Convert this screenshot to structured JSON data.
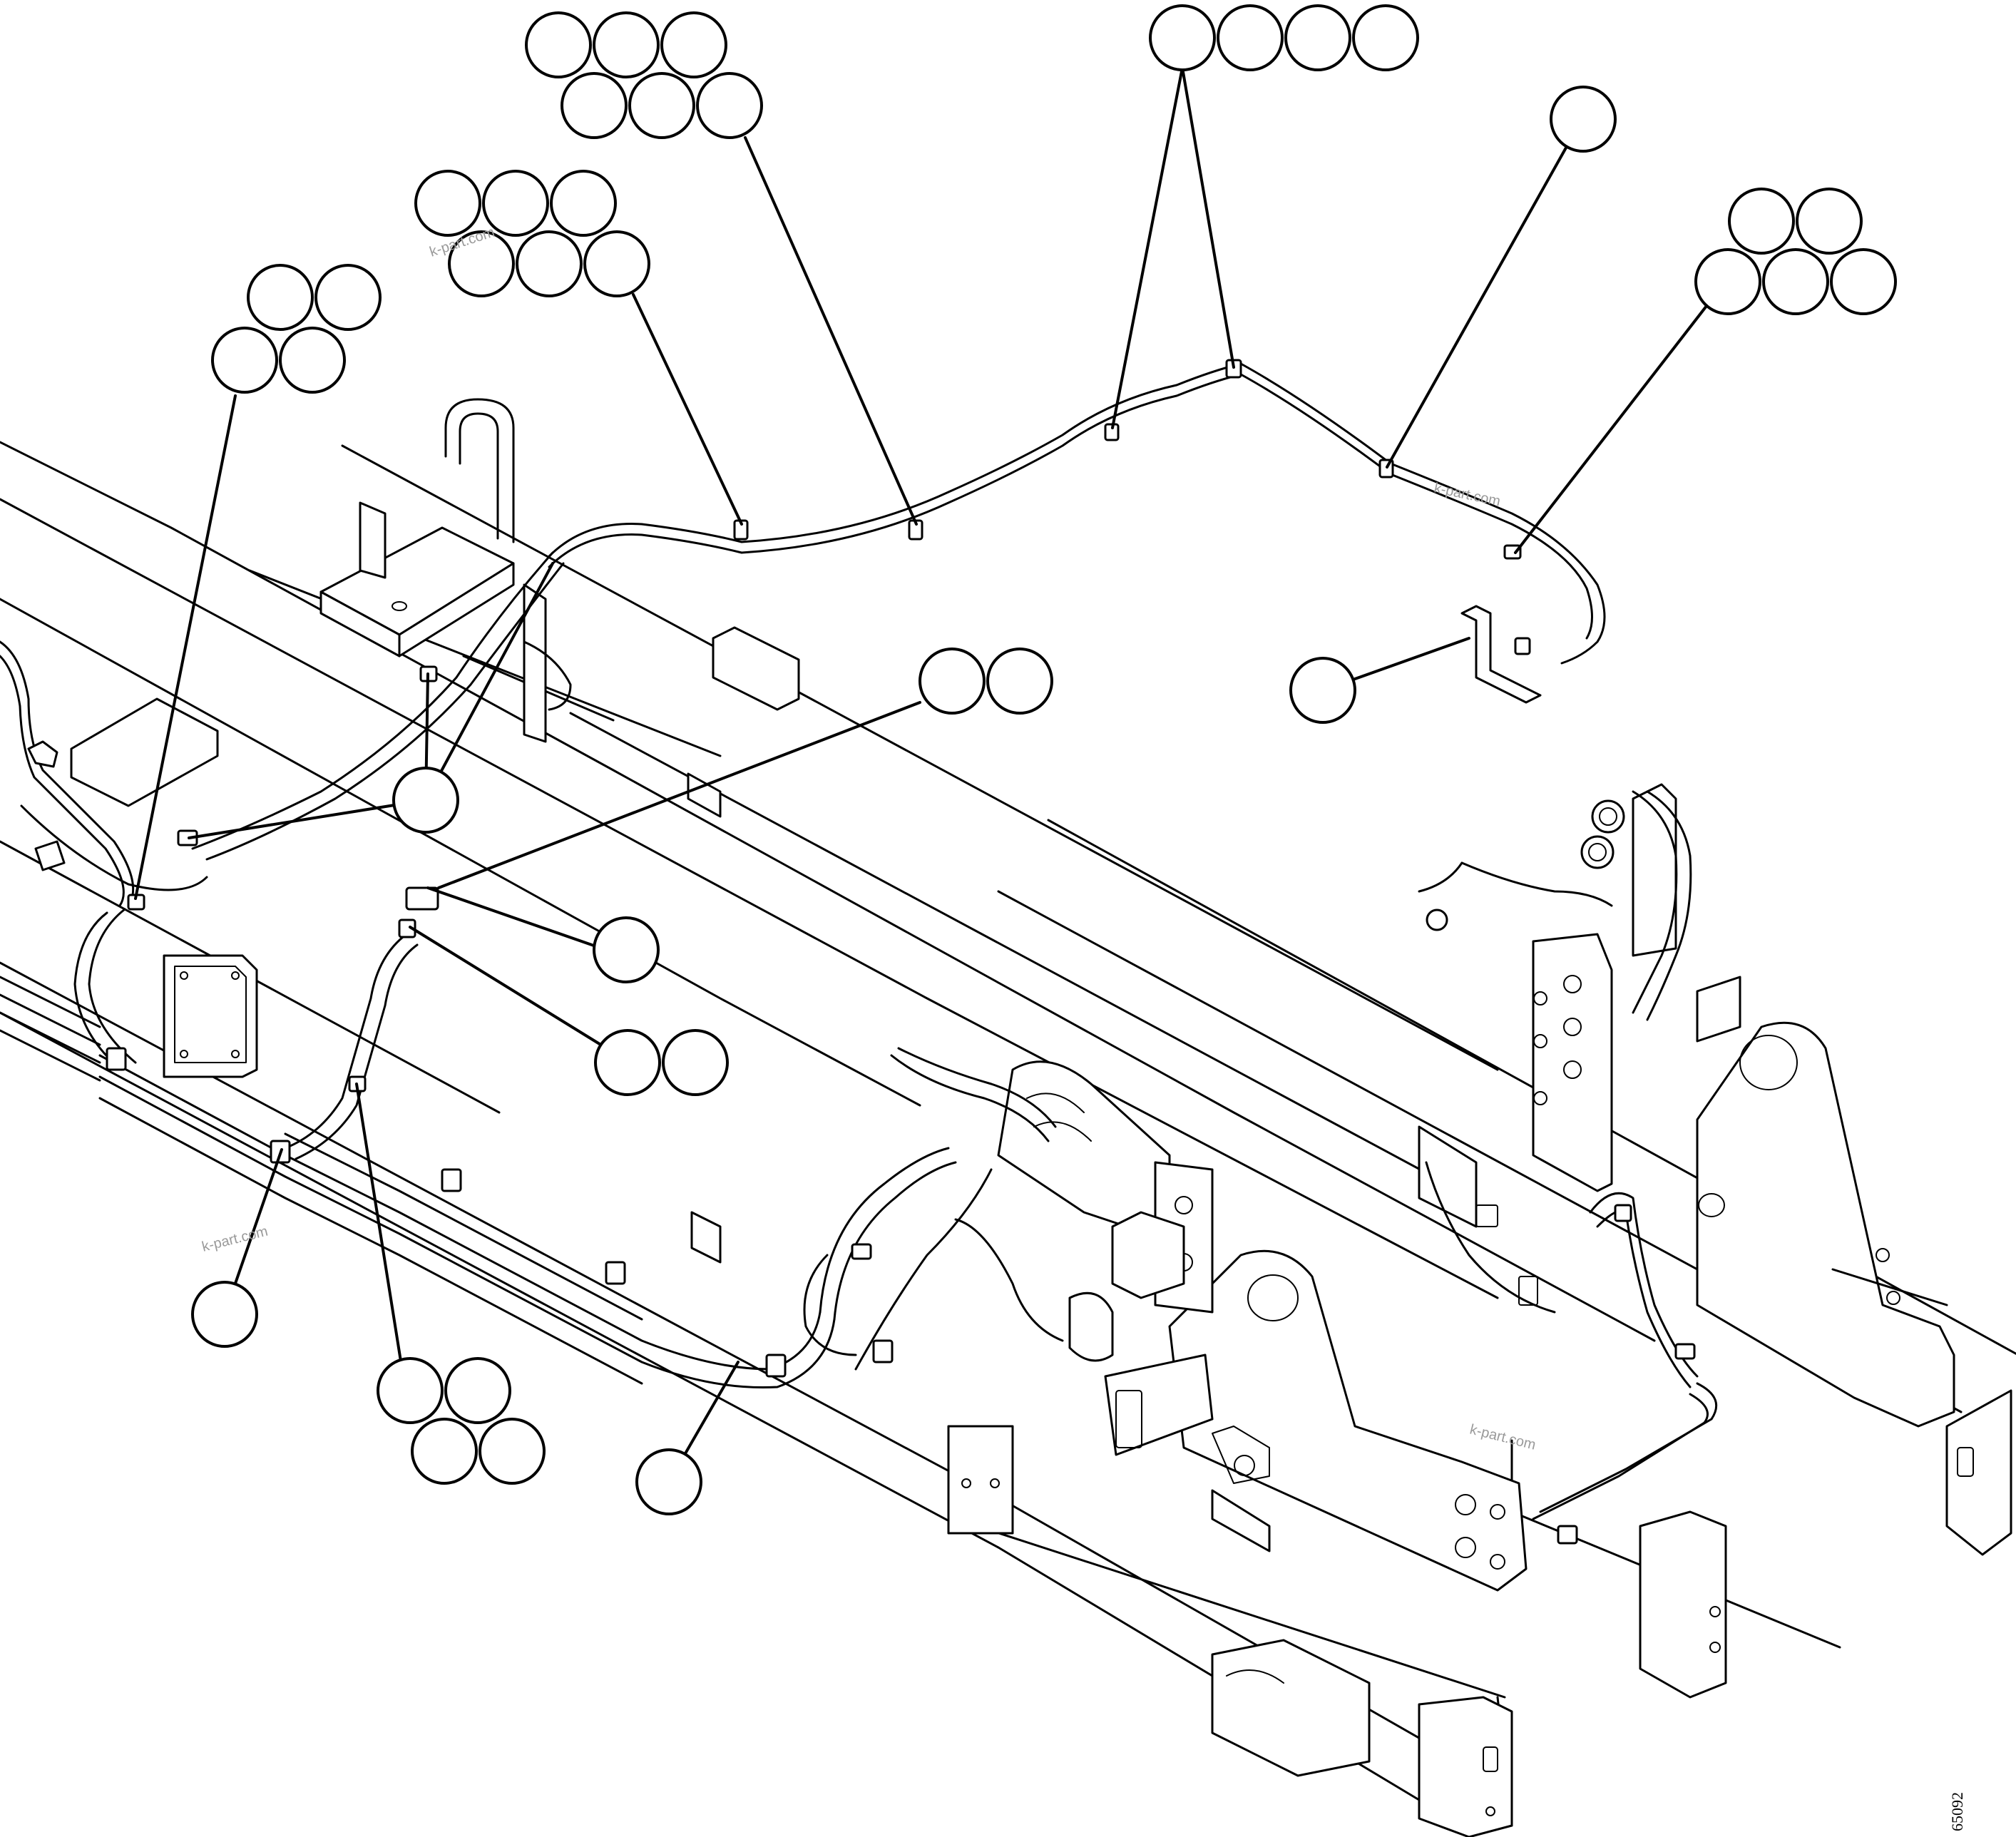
{
  "figure": {
    "number": "65092",
    "watermarks": [
      "k-part.com",
      "k-part.com",
      "k-part.com",
      "k-part.com"
    ],
    "callout_bubbles_text": "",
    "colors": {
      "line": "#000000",
      "background": "#ffffff",
      "watermark": "#9a9a9a"
    }
  }
}
